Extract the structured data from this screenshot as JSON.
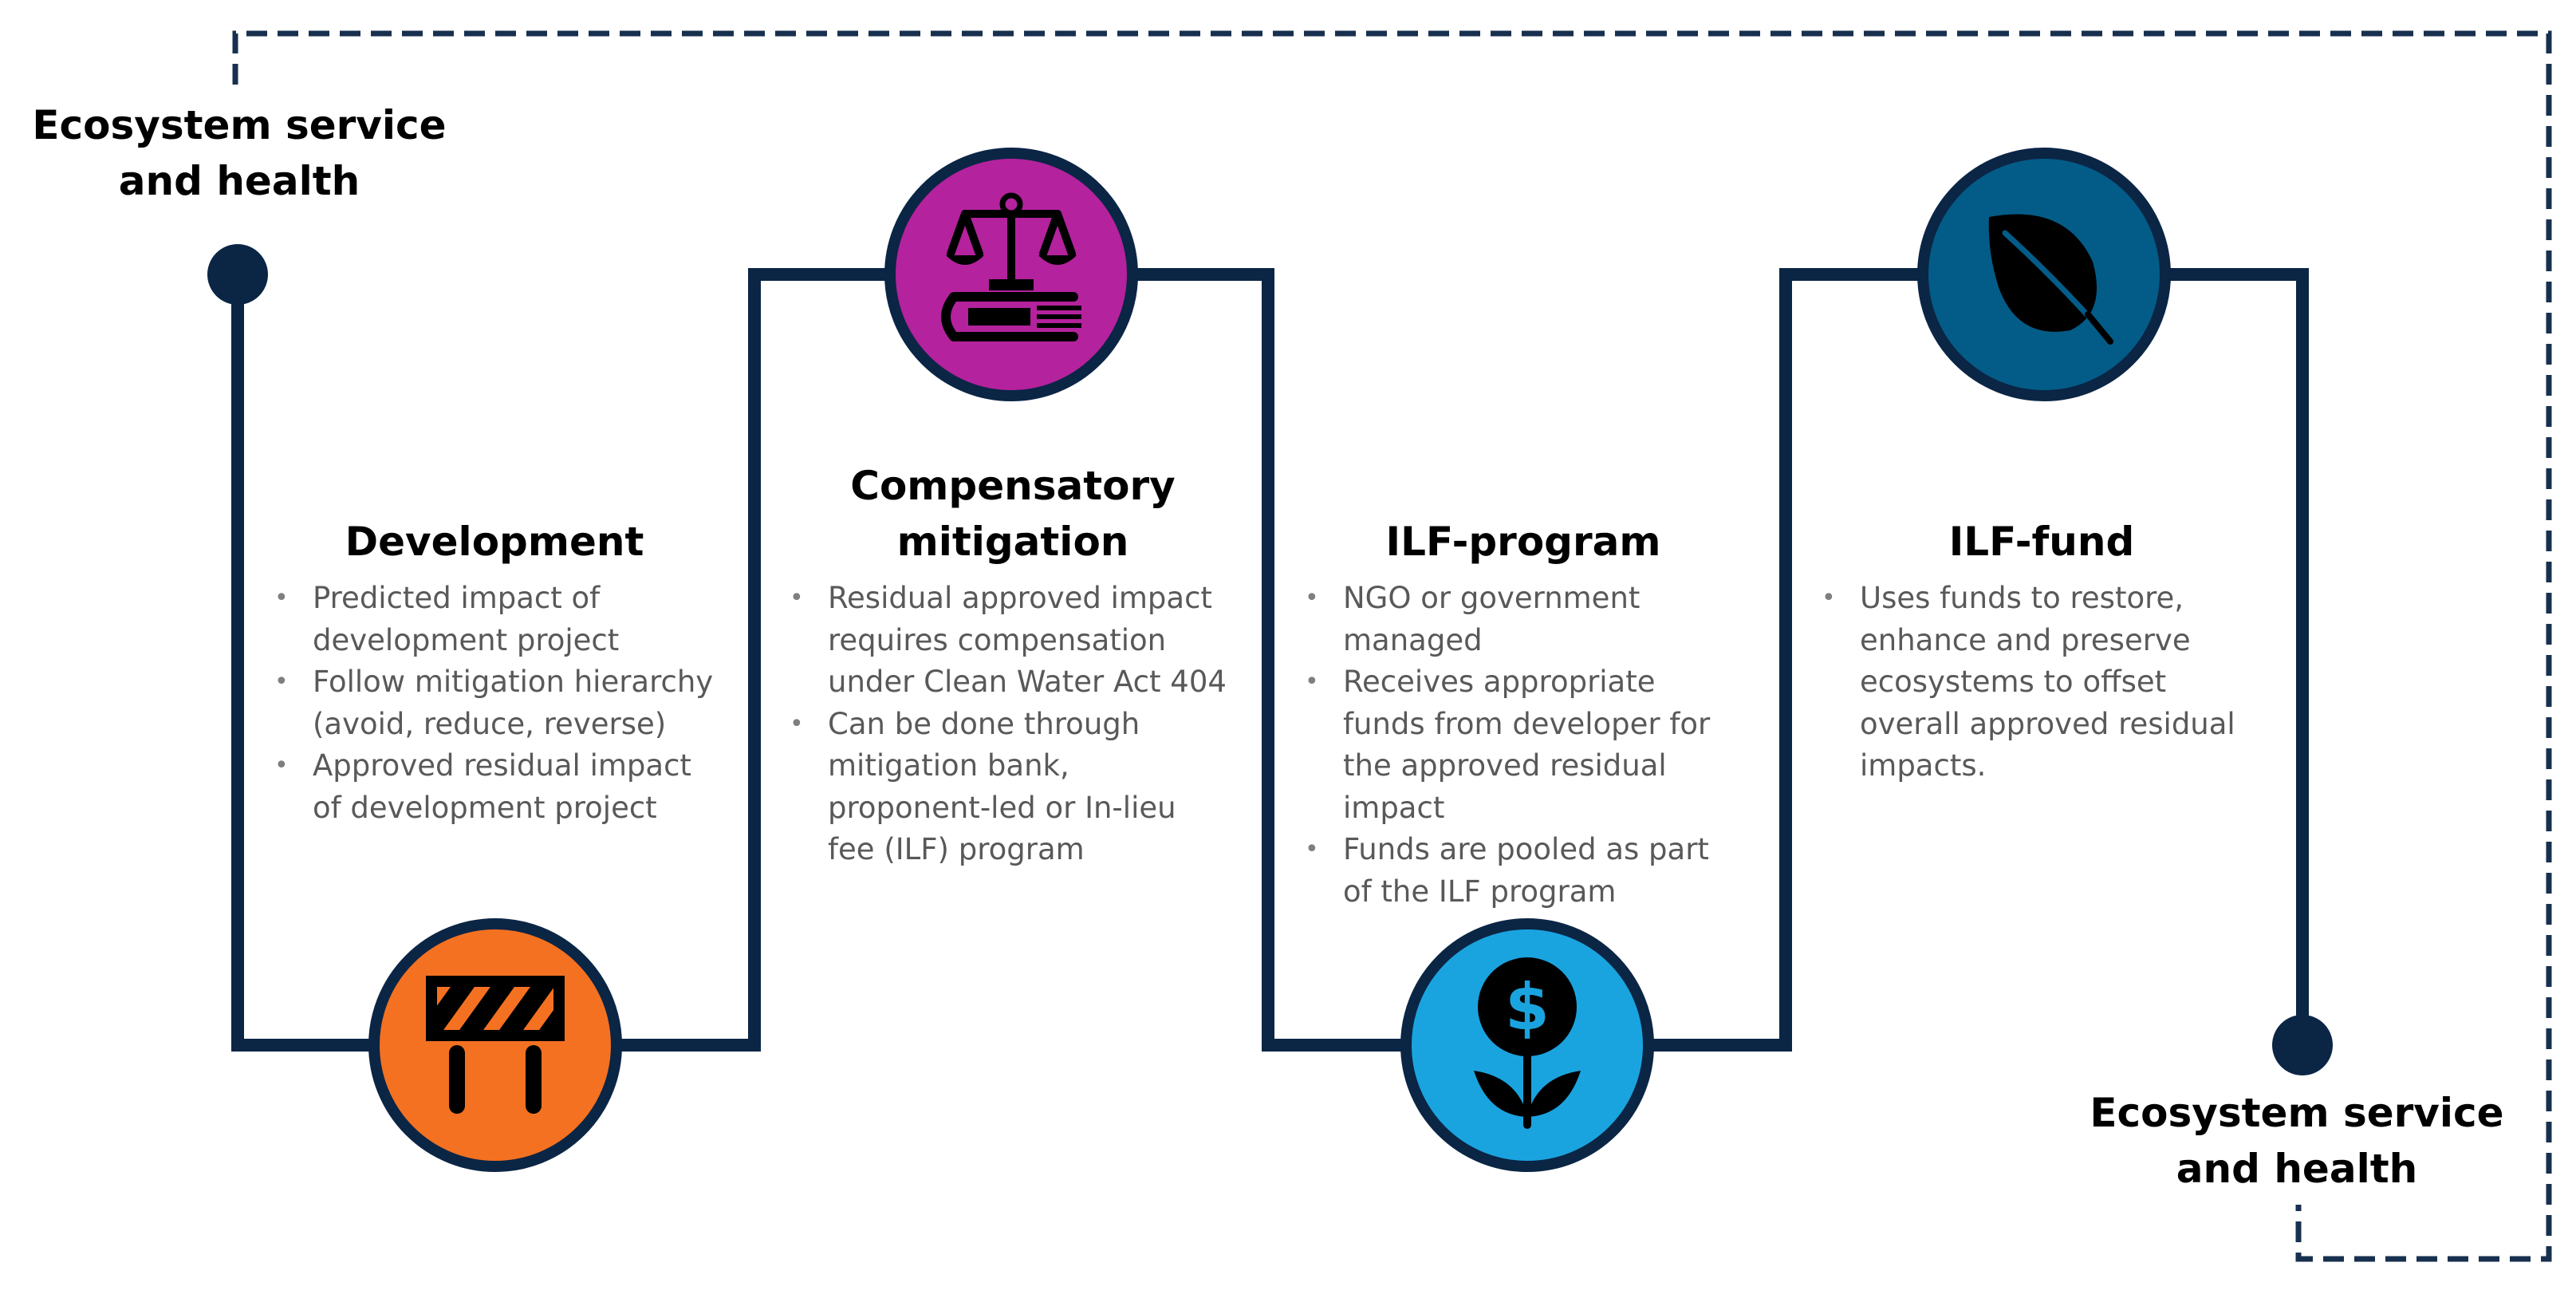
{
  "start_label": [
    "Ecosystem service",
    "and health"
  ],
  "end_label": [
    "Ecosystem service",
    "and health"
  ],
  "colors": {
    "path": "#0b2545",
    "dashed": "#17304f",
    "development": "#f47121",
    "compensatory": "#b4229d",
    "ilf_program": "#1aa4df",
    "ilf_fund": "#035c87",
    "text": "#595959"
  },
  "stages": [
    {
      "id": "development",
      "title": [
        "Development"
      ],
      "icon": "road-barrier-icon",
      "bullets": [
        [
          "Predicted impact of",
          "development project"
        ],
        [
          "Follow mitigation hierarchy",
          "(avoid, reduce, reverse)"
        ],
        [
          "Approved residual impact",
          "of development project"
        ]
      ]
    },
    {
      "id": "compensatory",
      "title": [
        "Compensatory",
        "mitigation"
      ],
      "icon": "scales-of-justice-icon",
      "bullets": [
        [
          "Residual approved impact",
          "requires compensation",
          "under Clean Water Act 404"
        ],
        [
          "Can be done through",
          "mitigation bank,",
          "proponent-led or In-lieu",
          "fee (ILF) program"
        ]
      ]
    },
    {
      "id": "ilf_program",
      "title": [
        "ILF-program"
      ],
      "icon": "money-plant-icon",
      "icon_text": "$",
      "bullets": [
        [
          "NGO or government",
          "managed"
        ],
        [
          "Receives appropriate",
          "funds from developer for",
          "the approved residual",
          "impact"
        ],
        [
          "Funds are pooled as part",
          "of the ILF program"
        ]
      ]
    },
    {
      "id": "ilf_fund",
      "title": [
        "ILF-fund"
      ],
      "icon": "leaf-icon",
      "bullets": [
        [
          "Uses funds to restore,",
          "enhance and preserve",
          "ecosystems to offset",
          "overall approved residual",
          "impacts."
        ]
      ]
    }
  ]
}
